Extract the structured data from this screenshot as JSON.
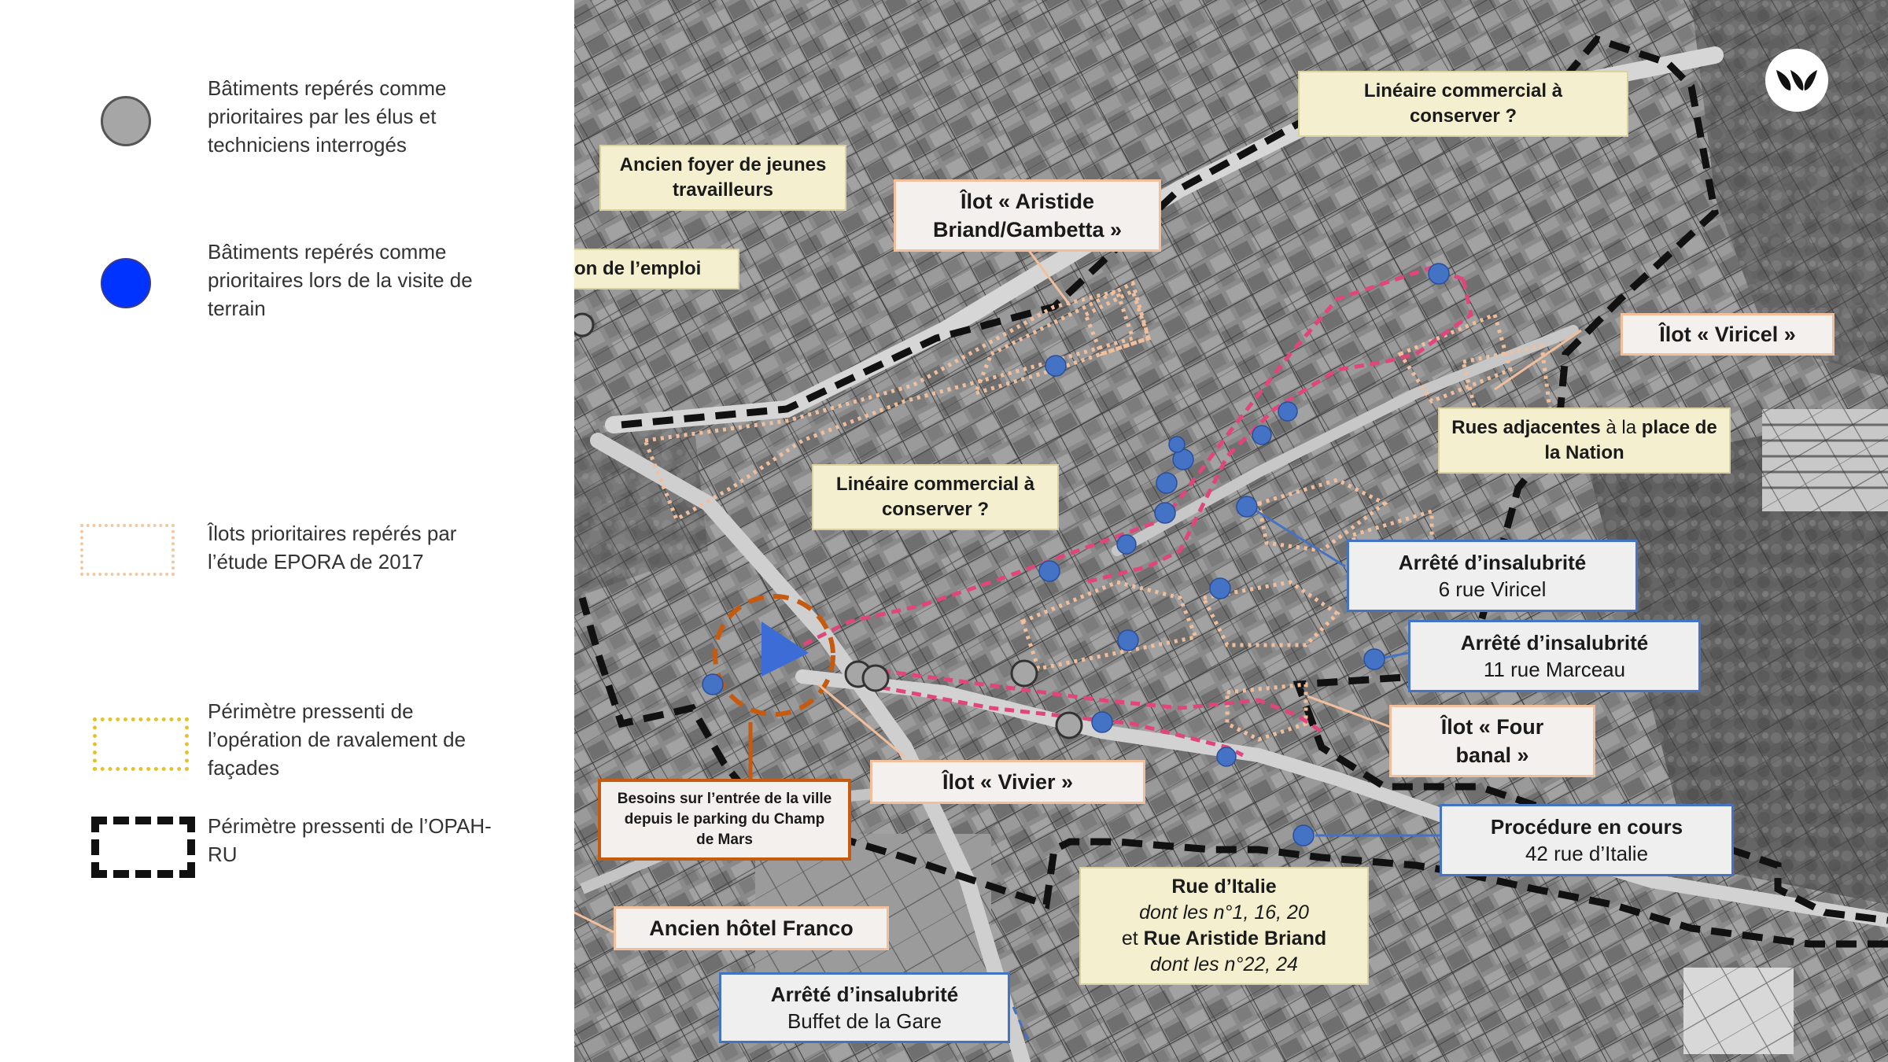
{
  "legend": {
    "gray_buildings": "Bâtiments repérés comme prioritaires par les élus et techniciens interrogés",
    "blue_buildings": "Bâtiments repérés comme prioritaires lors de la visite de terrain",
    "ilots": "Îlots prioritaires repérés par l’étude EPORA de 2017",
    "ravalement": "Périmètre pressenti de l’opération de ravalement de façades",
    "opah": "Périmètre pressenti de l’OPAH-RU"
  },
  "labels": {
    "lineaire_nord": {
      "line1": "Linéaire commercial à",
      "line2": "conserver ?"
    },
    "foyer": {
      "line1": "Ancien foyer de jeunes",
      "line2": "travailleurs"
    },
    "ilot_aristide": {
      "line1": "Îlot « Aristide",
      "line2": "Briand/Gambetta »"
    },
    "maison_emploi": "Maison de l’emploi",
    "ilot_viricel": "Îlot « Viricel »",
    "rues_adjacentes": {
      "line1_bold": "Rues adjacentes",
      "line1_rest": " à la ",
      "line1_bold2": "place de",
      "line2": "la Nation"
    },
    "lineaire_centre": {
      "line1": "Linéaire commercial à",
      "line2": "conserver ?"
    },
    "arrete_viricel": {
      "title": "Arrêté d’insalubrité",
      "address": "6 rue Viricel"
    },
    "arrete_marceau": {
      "title": "Arrêté d’insalubrité",
      "address": "11 rue Marceau"
    },
    "ilot_four": {
      "line1": "Îlot « Four",
      "line2": "banal »"
    },
    "ilot_vivier": "Îlot « Vivier »",
    "besoins": {
      "line1": "Besoins sur l’entrée de la ville",
      "line2": "depuis le parking du Champ",
      "line3": "de Mars"
    },
    "procedure": {
      "title": "Procédure en cours",
      "address": "42 rue d’Italie"
    },
    "rue_italie": {
      "line1": "Rue d’Italie",
      "line2": "dont les n°1, 16, 20",
      "line3_pre": "et ",
      "line3_bold": "Rue Aristide Briand",
      "line4": "dont les n°22, 24"
    },
    "hotel_franco": "Ancien hôtel Franco",
    "arrete_gare": {
      "title": "Arrêté d’insalubrité",
      "address": "Buffet de la Gare"
    }
  },
  "colors": {
    "gray_marker": "#a6a6a6",
    "blue_marker": "#4472c4",
    "ilot_outline": "#f2bf9c",
    "ravalement_outline": "#e6c22a",
    "pink_route": "#e0467c",
    "opah_outline": "#111111",
    "orange_circle": "#c55a11"
  }
}
